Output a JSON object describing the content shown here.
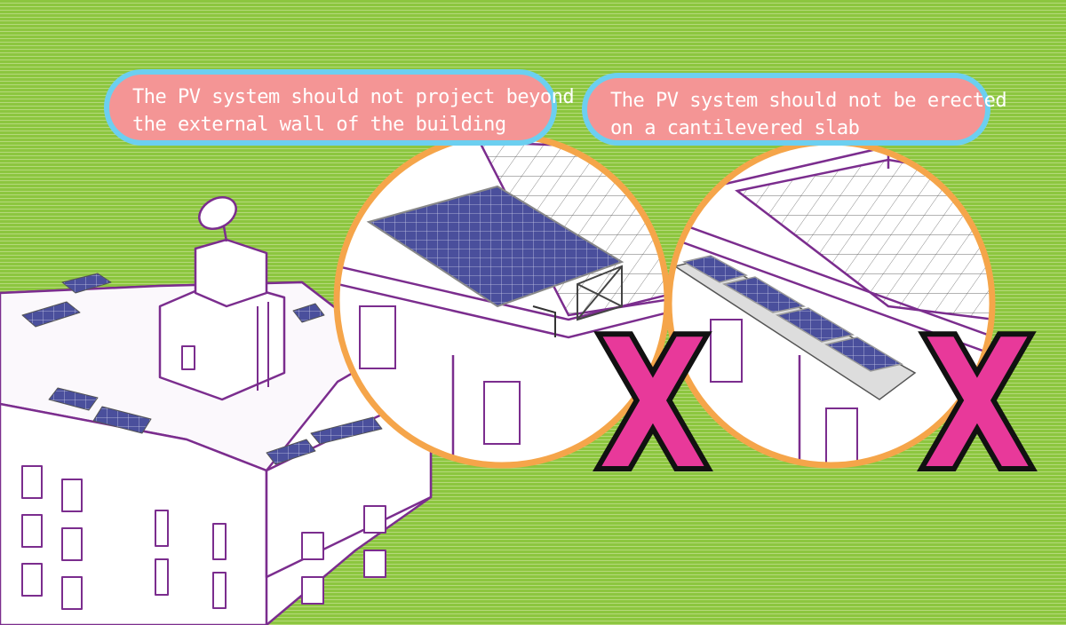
{
  "callouts": [
    {
      "lines": [
        "The PV system should not project beyond",
        "the external wall of the building"
      ]
    },
    {
      "lines": [
        "The PV system should not be erected",
        "on a cantilevered slab"
      ]
    }
  ],
  "marks": {
    "wrong_1": "X",
    "wrong_2": "X"
  },
  "colors": {
    "background": "#8cc63f",
    "callout_fill": "#f49595",
    "callout_border": "#6ccff0",
    "lens_border": "#f5a54a",
    "outline": "#7b2d8e",
    "cross": "#e8399a",
    "panel": "#4a4f9c"
  }
}
